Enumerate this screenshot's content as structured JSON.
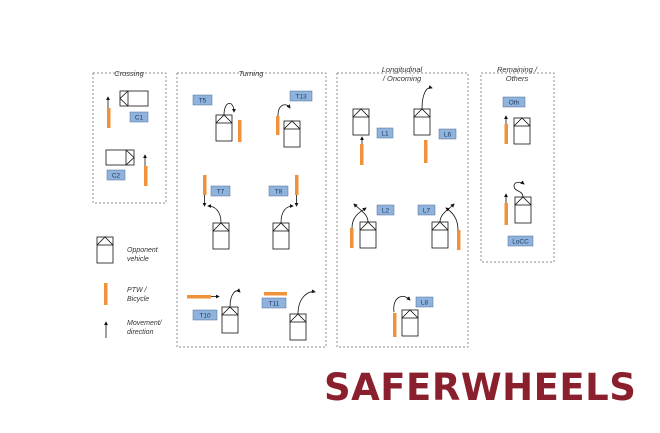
{
  "groups": {
    "crossing": "Crossing",
    "turning": "Turning",
    "longitudinal_line1": "Longitudinal",
    "longitudinal_line2": "/ Oncoming",
    "remaining_line1": "Remaining /",
    "remaining_line2": "Others"
  },
  "codes": {
    "c1": "C1",
    "c2": "C2",
    "t5": "T5",
    "t13": "T13",
    "t7": "T7",
    "t8": "T8",
    "t10": "T10",
    "t11": "T11",
    "l1": "L1",
    "l6": "L6",
    "l2": "L2",
    "l7": "L7",
    "l8": "L8",
    "oth": "Oth",
    "locc": "LoCC"
  },
  "legend": {
    "vehicle_line1": "Opponent",
    "vehicle_line2": "vehicle",
    "ptw_line1": "PTW /",
    "ptw_line2": "Bicycle",
    "movement_line1": "Movement/",
    "movement_line2": "direction"
  },
  "brand": "SAFERWHEELS",
  "colors": {
    "ptw": "#f0923a",
    "label_fill": "#8fb3dc",
    "label_stroke": "#4a6f9c",
    "brand": "#8a1f2d"
  }
}
